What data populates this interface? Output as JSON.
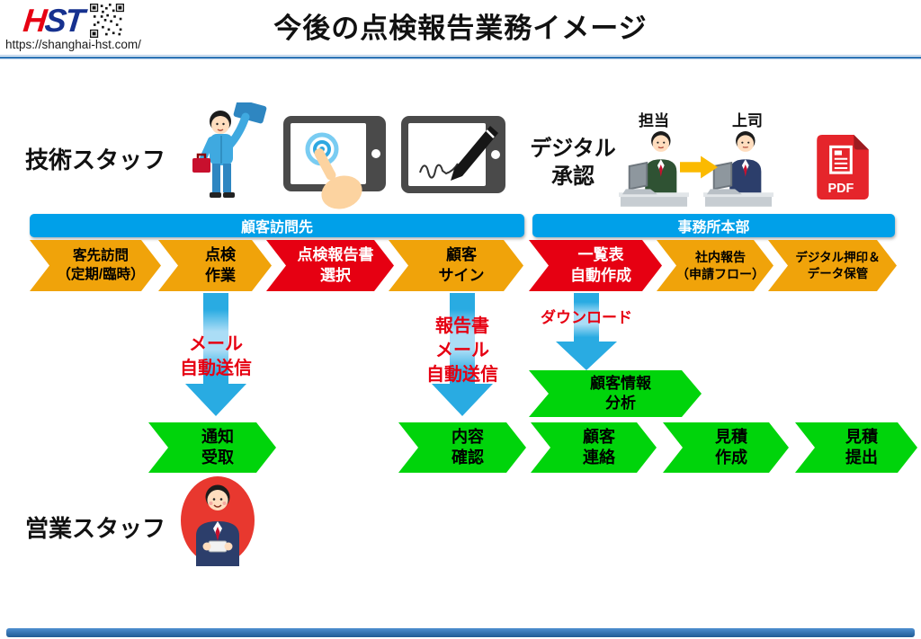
{
  "header": {
    "logo_h": "H",
    "logo_st": "ST",
    "url": "https://shanghai-hst.com/",
    "title": "今後の点検報告業務イメージ"
  },
  "actors": {
    "technical_staff": "技術スタッフ",
    "sales_staff": "営業スタッフ",
    "digital_approval": "デジタル\n承認",
    "staff_in_charge": "担当",
    "boss": "上司",
    "pdf_label": "PDF"
  },
  "sections": {
    "customer_site": "顧客訪問先",
    "head_office": "事務所本部"
  },
  "flow_top": [
    {
      "label": "客先訪問\n（定期/臨時）",
      "color": "gold"
    },
    {
      "label": "点検\n作業",
      "color": "gold"
    },
    {
      "label": "点検報告書\n選択",
      "color": "red"
    },
    {
      "label": "顧客\nサイン",
      "color": "gold"
    },
    {
      "label": "一覧表\n自動作成",
      "color": "red"
    },
    {
      "label": "社内報告\n（申請フロー）",
      "color": "gold"
    },
    {
      "label": "デジタル押印＆\nデータ保管",
      "color": "gold"
    }
  ],
  "annotations": {
    "mail_auto_send": "メール\n自動送信",
    "report_mail_auto_send": "報告書\nメール\n自動送信",
    "download": "ダウンロード"
  },
  "analysis_step": "顧客情報\n分析",
  "flow_bottom": [
    {
      "label": "通知\n受取"
    },
    {
      "label": "内容\n確認"
    },
    {
      "label": "顧客\n連絡"
    },
    {
      "label": "見積\n作成"
    },
    {
      "label": "見積\n提出"
    }
  ],
  "colors": {
    "section_bar_blue": "#00A0E9",
    "chevron_gold": "#F0A30A",
    "chevron_red": "#E60012",
    "chevron_green": "#00D40B",
    "arrow_blue": "#29ABE2",
    "annotation_red": "#E60012",
    "pdf_red": "#E5252B",
    "divider_blue": "#2E75B6"
  }
}
